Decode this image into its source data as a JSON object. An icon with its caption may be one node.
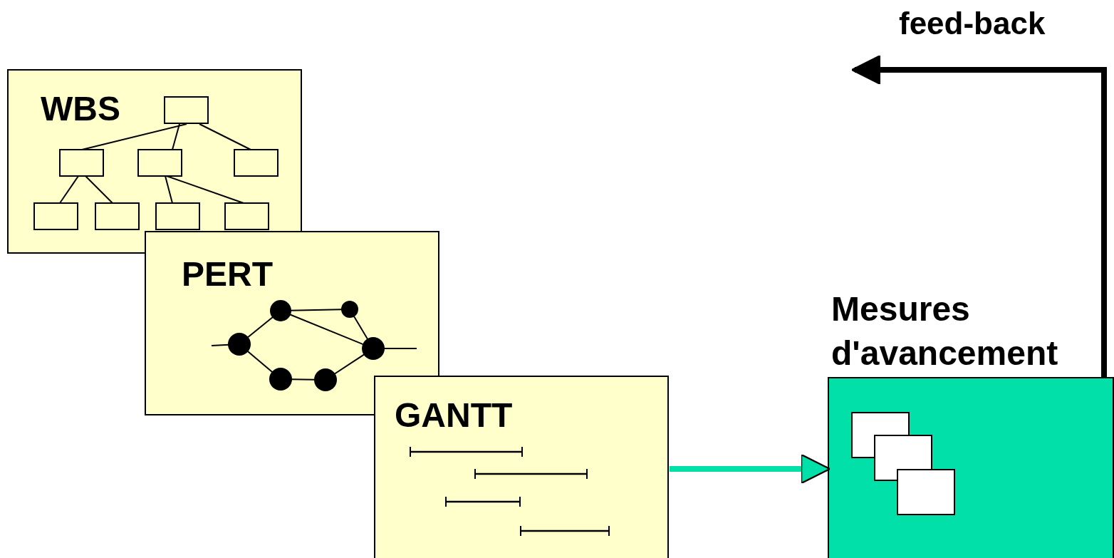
{
  "diagram": {
    "nodes": [
      {
        "text": [
          "WBS"
        ]
      },
      {
        "text": [
          "PERT"
        ]
      },
      {
        "text": [
          "GANTT"
        ]
      },
      {
        "text": [
          "Mesures d'avancement"
        ]
      }
    ],
    "edges": [
      {
        "from": 2,
        "to": 3,
        "arrow": "to",
        "color": "#00e0a8"
      },
      {
        "from": 3,
        "to": null,
        "arrow": "to",
        "label": "feed-back",
        "color": "#000000"
      }
    ]
  }
}
